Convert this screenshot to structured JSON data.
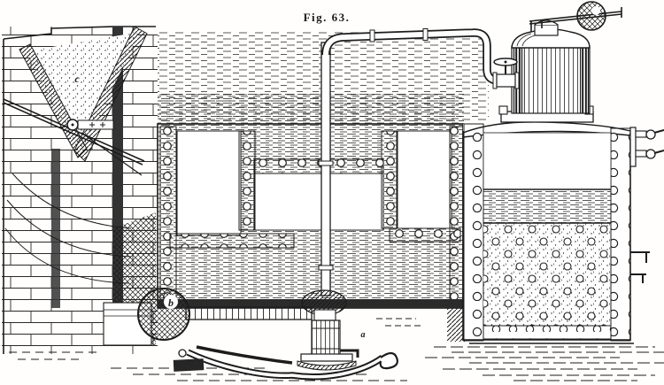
{
  "figure": {
    "caption": "Fig. 63."
  },
  "labels": {
    "damper": "c",
    "weight_ball": "b",
    "pump_base": "a"
  },
  "colors": {
    "ink": "#1c1c1c",
    "paper": "#ffffff"
  },
  "parts": [
    "brick-flue-setting",
    "flue-damper",
    "damper-rod",
    "horizontal-riveted-boiler",
    "stand-pipe",
    "steam-pipe",
    "stop-valve",
    "steam-dome",
    "lever-safety-valve",
    "safety-valve-ball",
    "vertical-riveted-boiler",
    "gauge-cocks",
    "feed-weight-ball",
    "feed-lever",
    "feed-pump",
    "ground-shading"
  ]
}
